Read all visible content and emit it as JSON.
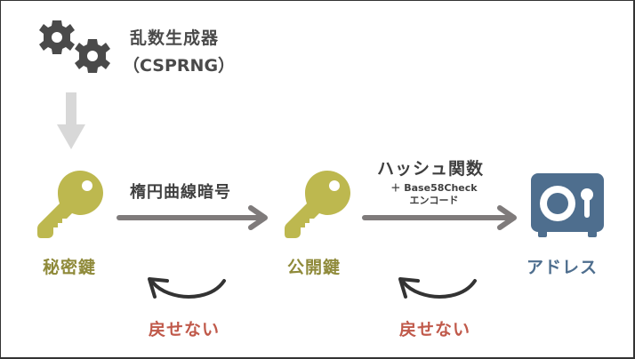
{
  "generator": {
    "title": "乱数生成器",
    "subtitle": "（CSPRNG）",
    "icon": "gears-icon"
  },
  "nodes": [
    {
      "id": "private-key",
      "label": "秘密鍵",
      "icon": "key-icon",
      "color": "#bdb84f",
      "label_color": "#8f8a3a"
    },
    {
      "id": "public-key",
      "label": "公開鍵",
      "icon": "key-icon",
      "color": "#bdb84f",
      "label_color": "#8f8a3a"
    },
    {
      "id": "address",
      "label": "アドレス",
      "icon": "safe-icon",
      "color": "#4e6e8e",
      "label_color": "#4e6e8e"
    }
  ],
  "edges": [
    {
      "from": "generator",
      "to": "private-key",
      "label": ""
    },
    {
      "from": "private-key",
      "to": "public-key",
      "label": "楕円曲線暗号"
    },
    {
      "from": "public-key",
      "to": "address",
      "label": "ハッシュ関数",
      "sublabel_1": "＋ Base58Check",
      "sublabel_2": "エンコード"
    }
  ],
  "irreversible": [
    {
      "label": "戻せない"
    },
    {
      "label": "戻せない"
    }
  ],
  "colors": {
    "gear": "#4a4a4a",
    "arrow": "#7f7b7b",
    "down_arrow": "#d8d8d8",
    "back_arrow": "#333333",
    "warning_text": "#c0594a"
  }
}
